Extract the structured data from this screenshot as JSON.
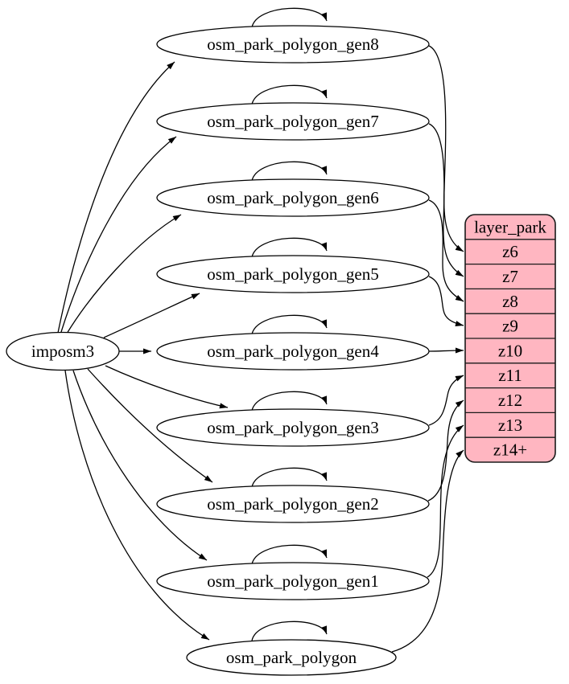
{
  "graph": {
    "background_color": "#ffffff",
    "edge_color": "#000000",
    "source": {
      "label": "imposm3"
    },
    "tables": [
      {
        "label": "osm_park_polygon_gen8",
        "self_loop": true,
        "zoom_row": "z6"
      },
      {
        "label": "osm_park_polygon_gen7",
        "self_loop": true,
        "zoom_row": "z7"
      },
      {
        "label": "osm_park_polygon_gen6",
        "self_loop": true,
        "zoom_row": "z8"
      },
      {
        "label": "osm_park_polygon_gen5",
        "self_loop": true,
        "zoom_row": "z9"
      },
      {
        "label": "osm_park_polygon_gen4",
        "self_loop": true,
        "zoom_row": "z10"
      },
      {
        "label": "osm_park_polygon_gen3",
        "self_loop": true,
        "zoom_row": "z11"
      },
      {
        "label": "osm_park_polygon_gen2",
        "self_loop": true,
        "zoom_row": "z12"
      },
      {
        "label": "osm_park_polygon_gen1",
        "self_loop": true,
        "zoom_row": "z13"
      },
      {
        "label": "osm_park_polygon",
        "self_loop": true,
        "zoom_row": "z14+"
      }
    ],
    "layer_table": {
      "header": "layer_park",
      "fill": "#FFB6C1",
      "rows": [
        "z6",
        "z7",
        "z8",
        "z9",
        "z10",
        "z11",
        "z12",
        "z13",
        "z14+"
      ]
    },
    "edges": [
      {
        "from": "imposm3",
        "to": "osm_park_polygon_gen8"
      },
      {
        "from": "imposm3",
        "to": "osm_park_polygon_gen7"
      },
      {
        "from": "imposm3",
        "to": "osm_park_polygon_gen6"
      },
      {
        "from": "imposm3",
        "to": "osm_park_polygon_gen5"
      },
      {
        "from": "imposm3",
        "to": "osm_park_polygon_gen4"
      },
      {
        "from": "imposm3",
        "to": "osm_park_polygon_gen3"
      },
      {
        "from": "imposm3",
        "to": "osm_park_polygon_gen2"
      },
      {
        "from": "imposm3",
        "to": "osm_park_polygon_gen1"
      },
      {
        "from": "imposm3",
        "to": "osm_park_polygon"
      },
      {
        "from": "osm_park_polygon_gen8",
        "to": "osm_park_polygon_gen8"
      },
      {
        "from": "osm_park_polygon_gen7",
        "to": "osm_park_polygon_gen7"
      },
      {
        "from": "osm_park_polygon_gen6",
        "to": "osm_park_polygon_gen6"
      },
      {
        "from": "osm_park_polygon_gen5",
        "to": "osm_park_polygon_gen5"
      },
      {
        "from": "osm_park_polygon_gen4",
        "to": "osm_park_polygon_gen4"
      },
      {
        "from": "osm_park_polygon_gen3",
        "to": "osm_park_polygon_gen3"
      },
      {
        "from": "osm_park_polygon_gen2",
        "to": "osm_park_polygon_gen2"
      },
      {
        "from": "osm_park_polygon_gen1",
        "to": "osm_park_polygon_gen1"
      },
      {
        "from": "osm_park_polygon",
        "to": "osm_park_polygon"
      },
      {
        "from": "osm_park_polygon_gen8",
        "to": "layer_park.z6"
      },
      {
        "from": "osm_park_polygon_gen7",
        "to": "layer_park.z7"
      },
      {
        "from": "osm_park_polygon_gen6",
        "to": "layer_park.z8"
      },
      {
        "from": "osm_park_polygon_gen5",
        "to": "layer_park.z9"
      },
      {
        "from": "osm_park_polygon_gen4",
        "to": "layer_park.z10"
      },
      {
        "from": "osm_park_polygon_gen3",
        "to": "layer_park.z11"
      },
      {
        "from": "osm_park_polygon_gen2",
        "to": "layer_park.z12"
      },
      {
        "from": "osm_park_polygon_gen1",
        "to": "layer_park.z13"
      },
      {
        "from": "osm_park_polygon",
        "to": "layer_park.z14+"
      }
    ]
  }
}
